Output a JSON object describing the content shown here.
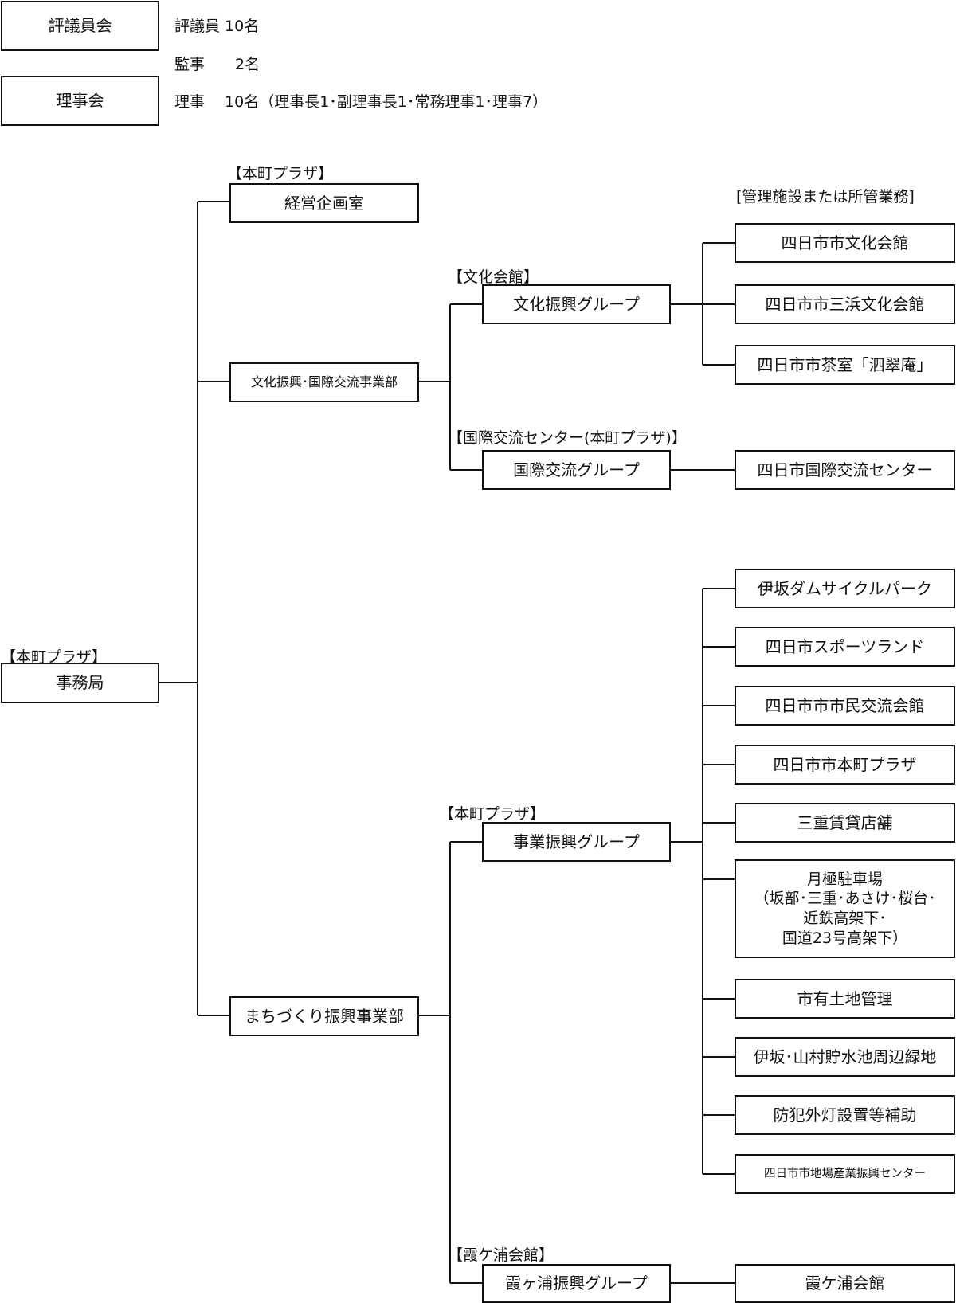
{
  "board": {
    "councilors_title": "評議員会",
    "councilors_line": "評議員 10名",
    "auditors_line": "監事　　2名",
    "directors_title": "理事会",
    "directors_line": "理事　 10名（理事長1･副理事長1･常務理事1･理事7）"
  },
  "header": {
    "facilities_heading": "[管理施設または所管業務]"
  },
  "locations": {
    "motomachi_1": "【本町プラザ】",
    "motomachi_2": "【本町プラザ】",
    "motomachi_3": "【本町プラザ】",
    "bunka": "【文化会館】",
    "kokusai": "【国際交流センター(本町プラザ)】",
    "kasumi": "【霞ケ浦会館】"
  },
  "org": {
    "root": "事務局",
    "planning": "経営企画室",
    "culture_dept": "文化振興･国際交流事業部",
    "town_dept": "まちづくり振興事業部",
    "culture_group": "文化振興グループ",
    "intl_group": "国際交流グループ",
    "business_group": "事業振興グループ",
    "kasumi_group": "霞ヶ浦振興グループ"
  },
  "facilities": {
    "culture": [
      "四日市市文化会館",
      "四日市市三浜文化会館",
      "四日市市茶室「泗翠庵」"
    ],
    "intl": [
      "四日市国際交流センター"
    ],
    "business": [
      "伊坂ダムサイクルパーク",
      "四日市スポーツランド",
      "四日市市市民交流会館",
      "四日市市本町プラザ",
      "三重賃貸店舗",
      "月極駐車場",
      "市有土地管理",
      "伊坂･山村貯水池周辺緑地",
      "防犯外灯設置等補助",
      "四日市市地場産業振興センター"
    ],
    "parking_detail": [
      "（坂部･三重･あさけ･桜台･",
      "近鉄高架下･",
      "国道23号高架下）"
    ],
    "kasumi": [
      "霞ケ浦会館"
    ]
  }
}
